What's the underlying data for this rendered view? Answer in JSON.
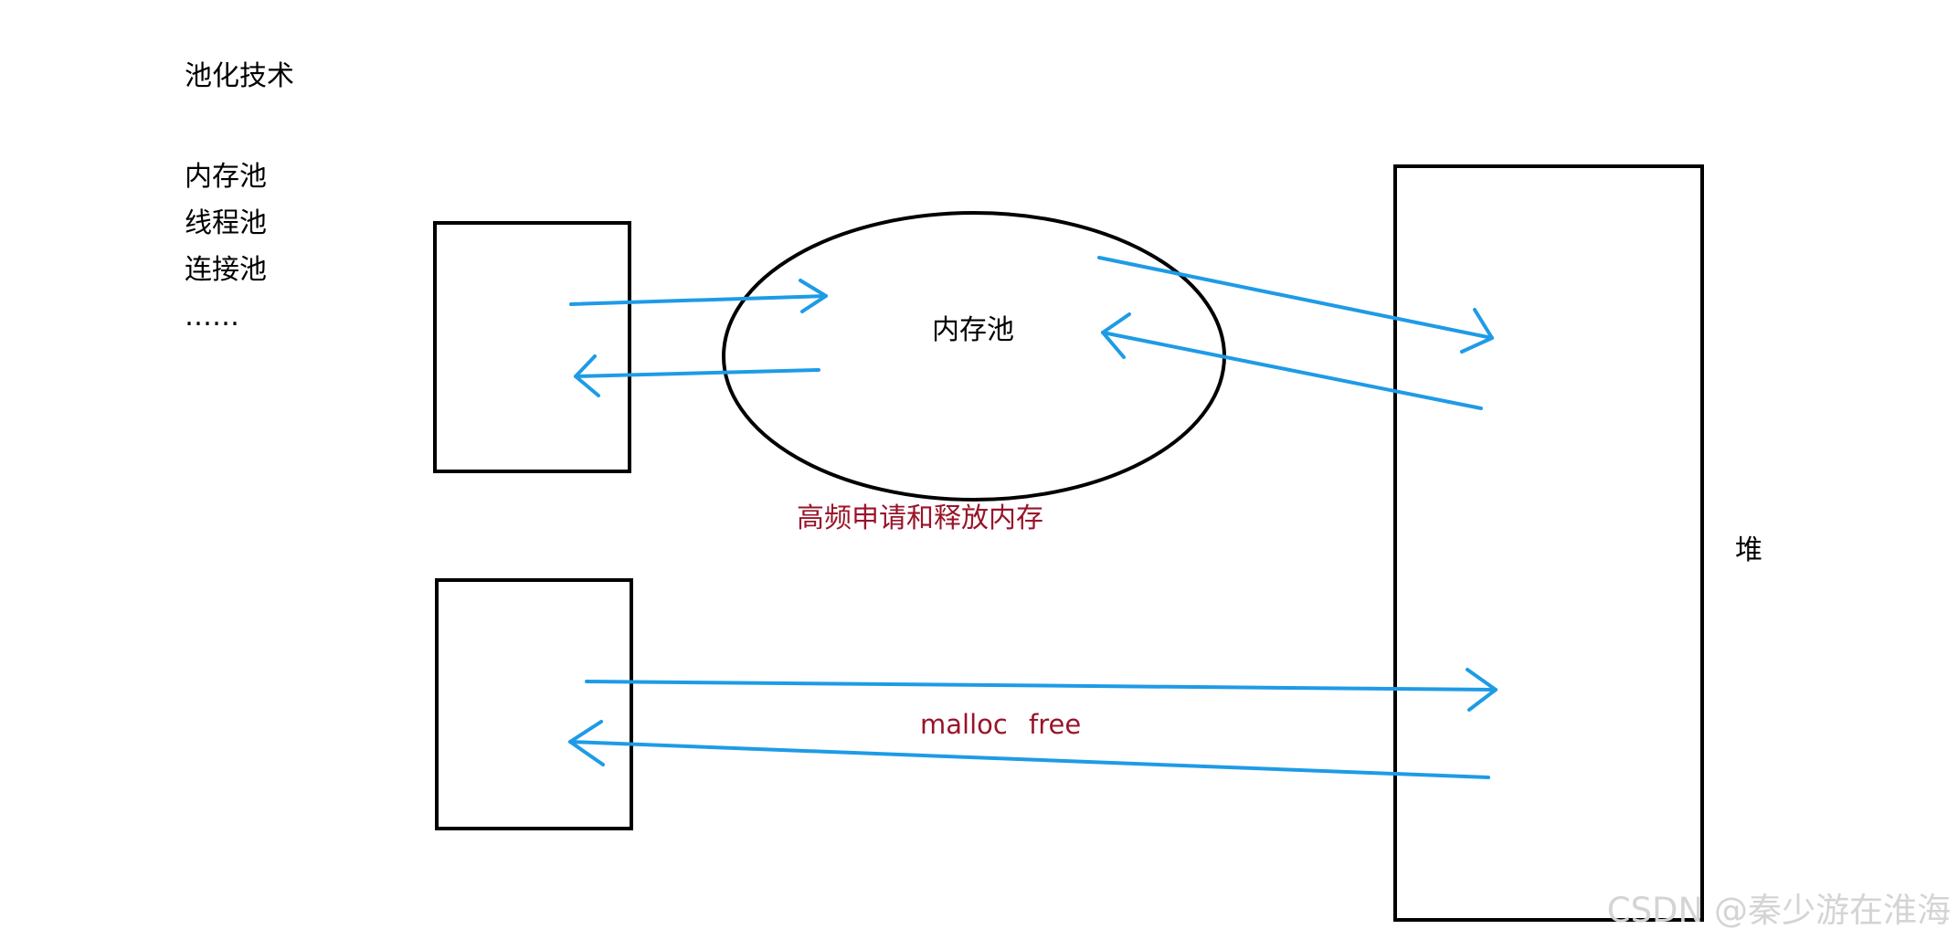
{
  "heading": "池化技术",
  "pool_types": [
    "内存池",
    "线程池",
    "连接池",
    "……"
  ],
  "memory_pool_label": "内存池",
  "pool_annotation": "高频申请和释放内存",
  "direct_annotation": "malloc   free",
  "heap_label": "堆",
  "watermark": "CSDN @秦少游在淮海",
  "colors": {
    "arrow": "#1e9be6",
    "annotation": "#99142a",
    "outline": "#000000",
    "watermark": "#d4d4d4"
  }
}
